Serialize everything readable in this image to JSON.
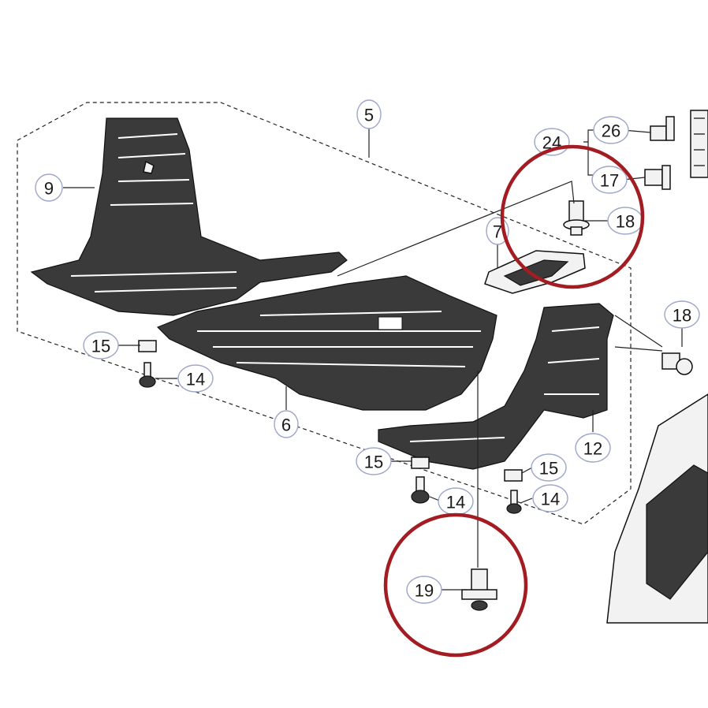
{
  "diagram": {
    "labels": {
      "l5": "5",
      "l9": "9",
      "l6": "6",
      "l7": "7",
      "l12": "12",
      "l14a": "14",
      "l14b": "14",
      "l14c": "14",
      "l15a": "15",
      "l15b": "15",
      "l15c": "15",
      "l17": "17",
      "l18a": "18",
      "l18b": "18",
      "l19": "19",
      "l24": "24",
      "l26": "26"
    },
    "highlight_color": "#a31c22",
    "bubble_outline_color": "#9ea6c9"
  }
}
